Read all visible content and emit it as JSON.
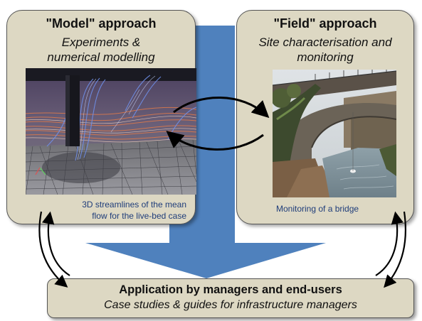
{
  "colors": {
    "panel_fill": "#ddd8c3",
    "big_arrow": "#4f81bd",
    "caption_text": "#1f3d7a"
  },
  "model_panel": {
    "title": "\"Model\" approach",
    "subtitle_line1": "Experiments &",
    "subtitle_line2": "numerical modelling",
    "caption_line1": "3D streamlines of the mean",
    "caption_line2": "flow for the live-bed case"
  },
  "field_panel": {
    "title": "\"Field\" approach",
    "subtitle_line1": "Site characterisation and",
    "subtitle_line2": "monitoring",
    "caption": "Monitoring of a bridge"
  },
  "application_panel": {
    "title": "Application by managers and end-users",
    "subtitle": "Case studies & guides for infrastructure managers"
  },
  "icons": {
    "exchange_arrows": "curved-double-arrow-icon",
    "down_arrow": "big-down-arrow-icon",
    "side_arrows": "curved-side-arrow-icon"
  }
}
